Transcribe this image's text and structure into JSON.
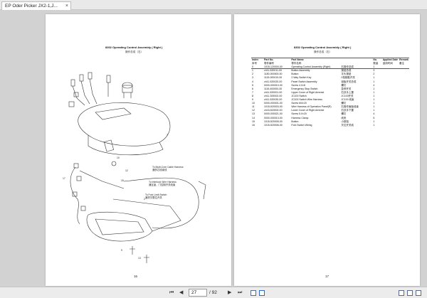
{
  "tab": {
    "title": "EP Oder Picker JX2-1,J...",
    "close": "×"
  },
  "left_page": {
    "title": "8302 Operating Control Assembly ( Right )",
    "subtitle": "操作总成（右）",
    "page_number": "16",
    "labels": {
      "to_multi_core": "To Multi-Core Cable Harness",
      "to_multi_core_cn": "通多芯线束线",
      "to_interlock": "To Interlock Wire Harness",
      "to_interlock_cn": "通互锁、门控制开关线束",
      "to_fork_limit": "To Fork Limit Switch",
      "to_fork_limit_cn": "通货叉限位开关",
      "n7": "7",
      "n17": "17",
      "n10": "10",
      "n12": "12",
      "n15": "15",
      "n2": "2",
      "n9": "9",
      "n13": "13"
    }
  },
  "right_page": {
    "title": "8302 Operating Control Assembly ( Right )",
    "subtitle": "操作总成（右）",
    "page_number": "17",
    "headers": [
      "Index",
      "Part No.",
      "Part Name",
      "",
      "No.",
      "Applied Date",
      "Remark"
    ],
    "headers_cn": [
      "序号",
      "零件编号",
      "零件名称",
      "",
      "数量",
      "适用时间",
      "备注"
    ],
    "rows": [
      [
        "0",
        "1015-120000-00",
        "Operating Control Assembly (Right)",
        "右操作总成",
        "1",
        "",
        ""
      ],
      [
        "1",
        "ch11-520011-00",
        "Button Assembly",
        "按钮总成",
        "3",
        "",
        ""
      ],
      [
        "2",
        "1180-000000-00",
        "Button",
        "平头按钮",
        "2",
        "",
        ""
      ],
      [
        "3",
        "1115-000010-00",
        "2 Way Switch Key",
        "2档钥匙开关",
        "1",
        "",
        ""
      ],
      [
        "4",
        "ch11-520020-00",
        "Panel Switch Assembly",
        "钮板开关总成",
        "1",
        "",
        ""
      ],
      [
        "5",
        "0000-000010-00",
        "Screw 4.0×8",
        "螺钉",
        "4",
        "",
        ""
      ],
      [
        "6",
        "1116-400000-00",
        "Emergency Stop Switch",
        "急停开关",
        "1",
        "",
        ""
      ],
      [
        "7",
        "ch11-520001-00",
        "Upper Cover of Right Armrest",
        "右扶手上罩",
        "1",
        "",
        ""
      ],
      [
        "8",
        "ch11-300002-00",
        "JC100 Switch",
        "JC100开关",
        "1",
        "",
        ""
      ],
      [
        "9",
        "ch11-520030-00",
        "JC100 Switch Wire Harness",
        "JC100 线束",
        "1",
        "",
        ""
      ],
      [
        "10",
        "0000-000001-00",
        "Screw M4×20",
        "螺钉",
        "1",
        "",
        ""
      ],
      [
        "11",
        "1015-520003-00",
        "Wire Harness of Operation Panel(R)",
        "右操作面板线束",
        "1",
        "",
        ""
      ],
      [
        "12",
        "ch15-520002-00",
        "Lower Cover of Right Armrest",
        "右扶手下罩",
        "1",
        "",
        ""
      ],
      [
        "13",
        "0000-000021-00",
        "Screw 5.0×20",
        "螺钉",
        "4",
        "",
        ""
      ],
      [
        "14",
        "0000-000010-00",
        "Harness Clamp",
        "线夹",
        "5",
        "",
        ""
      ],
      [
        "15",
        "1015-520005-00",
        "Button",
        "小按钮",
        "1",
        "",
        ""
      ],
      [
        "16",
        "1015-520006-00",
        "Fork Switch Wiring",
        "叉位开关线",
        "1",
        "",
        ""
      ]
    ]
  },
  "toolbar": {
    "first": "⏮",
    "prev": "◀",
    "page": "27",
    "total": "/ 92",
    "next": "▶",
    "last": "⏭"
  }
}
